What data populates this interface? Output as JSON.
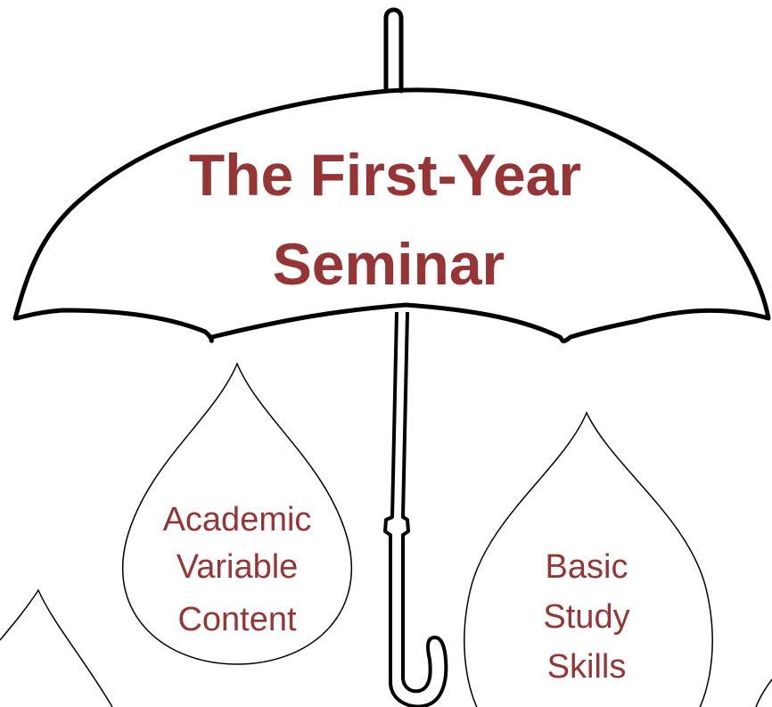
{
  "title": {
    "line1": "The First-Year",
    "line2": "Seminar"
  },
  "drops": {
    "academic": {
      "line1": "Academic",
      "line2": "Variable",
      "line3": "Content"
    },
    "study": {
      "line1": "Basic",
      "line2": "Study",
      "line3": "Skills"
    }
  },
  "colors": {
    "title": "#953535",
    "outline": "#000000"
  }
}
